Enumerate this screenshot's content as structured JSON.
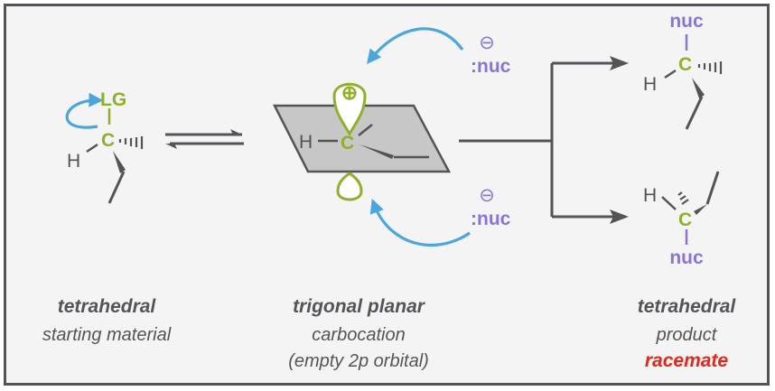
{
  "colors": {
    "border": "#555358",
    "background": "#f4f4f4",
    "bond": "#555358",
    "carbon_green": "#8fb02a",
    "nucleophile_purple": "#8a74d6",
    "curved_arrow_blue": "#4aa6dd",
    "plane_fill": "#c7c7c7",
    "racemate_red": "#e8251a"
  },
  "atoms": {
    "carbon": "C",
    "hydrogen": "H",
    "leaving_group": "LG",
    "nucleophile": "nuc",
    "nucleophile_lone_pair": ":nuc",
    "positive_charge": "⊕",
    "negative_charge": "⊖"
  },
  "captions": {
    "left": {
      "bold": "tetrahedral",
      "line2": "starting material"
    },
    "middle": {
      "bold": "trigonal planar",
      "line2": "carbocation",
      "line3": "(empty 2p orbital)"
    },
    "right": {
      "bold": "tetrahedral",
      "line2": "product",
      "highlight": "racemate"
    }
  },
  "icons": [
    "equilibrium-arrows-icon",
    "curved-arrow-icon",
    "reaction-arrow-icon",
    "p-orbital-icon"
  ]
}
